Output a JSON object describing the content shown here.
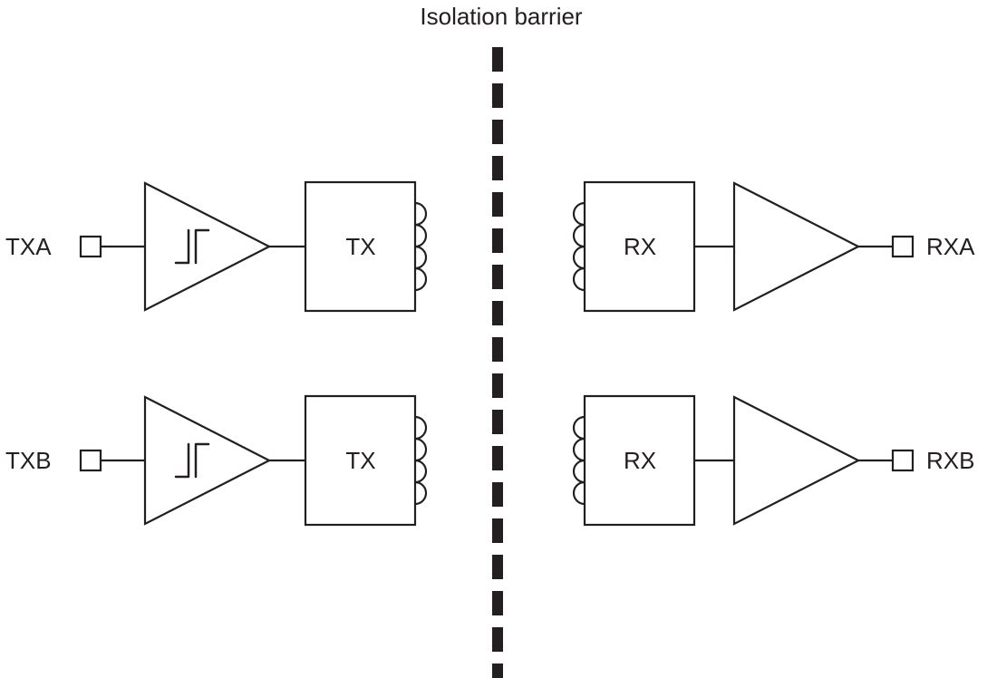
{
  "diagram": {
    "title": "Isolation barrier",
    "colors": {
      "line": "#231f20",
      "background": "#ffffff"
    },
    "icons": {
      "input_buffer": "schmitt-trigger-buffer-icon",
      "hysteresis": "hysteresis-icon",
      "transformer_winding": "coil-icon",
      "output_buffer": "buffer-triangle-icon",
      "pin": "pin-square-icon"
    },
    "channels": [
      {
        "id": "A",
        "input_label": "TXA",
        "tx_label": "TX",
        "rx_label": "RX",
        "output_label": "RXA"
      },
      {
        "id": "B",
        "input_label": "TXB",
        "tx_label": "TX",
        "rx_label": "RX",
        "output_label": "RXB"
      }
    ]
  }
}
